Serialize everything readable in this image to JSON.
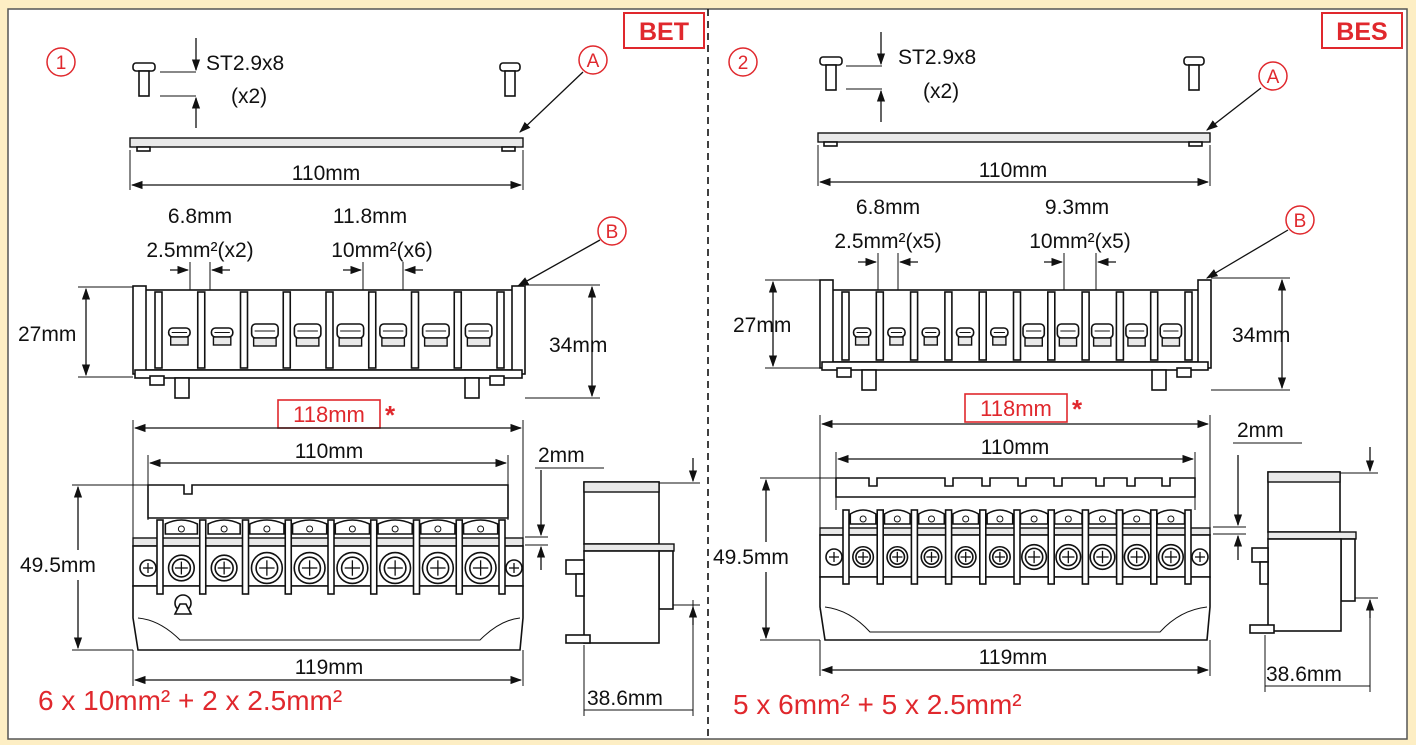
{
  "colors": {
    "background": "#fdeec4",
    "panel": "#ffffff",
    "accent_red": "#e0282d",
    "ink": "#111111"
  },
  "panels": [
    {
      "id": "BET",
      "step": "1",
      "model": "BET",
      "screw": "ST2.9x8",
      "screw_qty": "(x2)",
      "callout_a": "A",
      "callout_b": "B",
      "cover_length": "110mm",
      "pitch_small": "6.8mm",
      "pitch_large": "11.8mm",
      "terminal_small": "2.5mm²(x2)",
      "terminal_large": "10mm²(x6)",
      "height_inner": "27mm",
      "height_outer": "34mm",
      "length_total_highlight": "118mm",
      "asterisk": "*",
      "length_inner": "110mm",
      "gap": "2mm",
      "height_front": "49.5mm",
      "length_base": "119mm",
      "depth": "38.6mm",
      "capacity": "6 x 10mm² + 2 x 2.5mm²",
      "terminals_small": 2,
      "terminals_large": 6
    },
    {
      "id": "BES",
      "step": "2",
      "model": "BES",
      "screw": "ST2.9x8",
      "screw_qty": "(x2)",
      "callout_a": "A",
      "callout_b": "B",
      "cover_length": "110mm",
      "pitch_small": "6.8mm",
      "pitch_large": "9.3mm",
      "terminal_small": "2.5mm²(x5)",
      "terminal_large": "10mm²(x5)",
      "height_inner": "27mm",
      "height_outer": "34mm",
      "length_total_highlight": "118mm",
      "asterisk": "*",
      "length_inner": "110mm",
      "gap": "2mm",
      "height_front": "49.5mm",
      "length_base": "119mm",
      "depth": "38.6mm",
      "capacity": "5 x 6mm² + 5 x 2.5mm²",
      "terminals_small": 5,
      "terminals_large": 5
    }
  ]
}
